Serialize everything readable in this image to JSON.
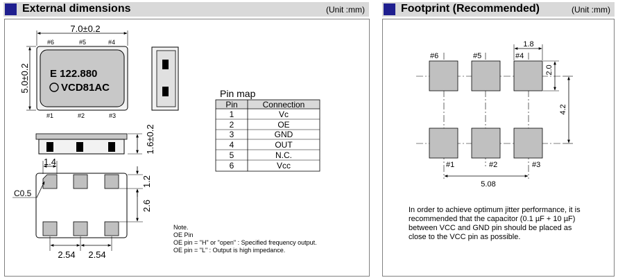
{
  "left_section": {
    "title": "External dimensions",
    "unit": "(Unit :mm)"
  },
  "right_section": {
    "title": "Footprint (Recommended)",
    "unit": "(Unit :mm)"
  },
  "outline": {
    "width_dim": "7.0±0.2",
    "height_dim": "5.0±0.2",
    "top_pins": [
      "#6",
      "#5",
      "#4"
    ],
    "bottom_pins": [
      "#1",
      "#2",
      "#3"
    ],
    "marking_line1": "E 122.880",
    "marking_line2": "VCD81AC"
  },
  "side_view": {
    "thickness_dim": "1.6±0.2"
  },
  "bottom_view": {
    "pad_width": "1.4",
    "chamfer": "C0.5",
    "pad_height": "1.2",
    "pad_span": "2.6",
    "pitch_1": "2.54",
    "pitch_2": "2.54"
  },
  "pin_map": {
    "title": "Pin map",
    "headers": [
      "Pin",
      "Connection"
    ],
    "rows": [
      [
        "1",
        "Vc"
      ],
      [
        "2",
        "OE"
      ],
      [
        "3",
        "GND"
      ],
      [
        "4",
        "OUT"
      ],
      [
        "5",
        "N.C."
      ],
      [
        "6",
        "Vcc"
      ]
    ]
  },
  "note": {
    "line1": "Note.",
    "line2": "OE Pin",
    "line3": "OE pin = \"H\" or \"open\" : Specified frequency output.",
    "line4": "OE pin = \"L\" : Output is high impedance."
  },
  "footprint": {
    "top_labels": [
      "#6",
      "#5",
      "#4"
    ],
    "bottom_labels": [
      "#1",
      "#2",
      "#3"
    ],
    "pad_w_dim": "1.8",
    "pad_h_dim": "2.0",
    "row_pitch_dim": "4.2",
    "col_span_dim": "5.08"
  },
  "recommendation": "In order to achieve optimum jitter performance, it is recommended that the capacitor (0.1 µF + 10 µF) between VCC and GND pin should be placed as close to the VCC pin as possible."
}
